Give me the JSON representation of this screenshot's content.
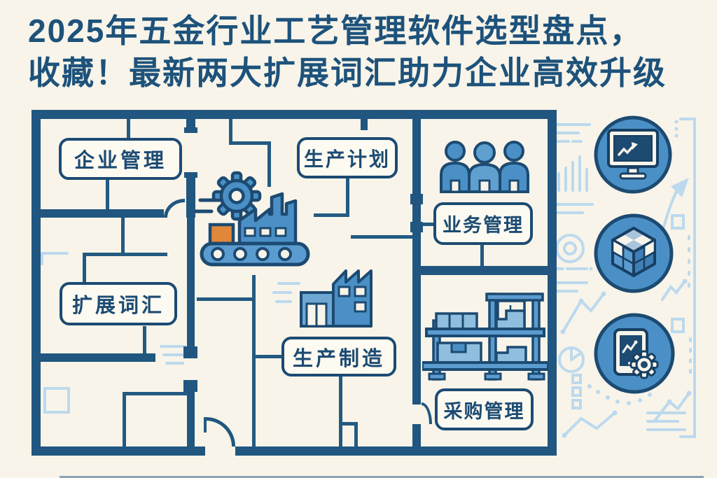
{
  "title": {
    "line1": "2025年五金行业工艺管理软件选型盘点，",
    "line2": "收藏！最新两大扩展词汇助力企业高效升级"
  },
  "floorplan": {
    "rooms": [
      {
        "id": "enterprise-management",
        "label": "企业管理"
      },
      {
        "id": "production-planning",
        "label": "生产计划"
      },
      {
        "id": "business-management",
        "label": "业务管理"
      },
      {
        "id": "expanded-vocabulary",
        "label": "扩展词汇"
      },
      {
        "id": "production-manufacturing",
        "label": "生产制造"
      },
      {
        "id": "procurement-management",
        "label": "采购管理"
      }
    ],
    "icons": [
      {
        "name": "gear-factory-conveyor"
      },
      {
        "name": "factory-building"
      },
      {
        "name": "team-people"
      },
      {
        "name": "warehouse-rack"
      }
    ]
  },
  "sidebar": {
    "icons": [
      {
        "name": "monitor-chart"
      },
      {
        "name": "cube-3d"
      },
      {
        "name": "tablet-gear"
      }
    ]
  },
  "colors": {
    "background": "#f8f4e9",
    "navy": "#1c4b73",
    "wall_blue": "#20567f",
    "icon_blue": "#4a90c6",
    "icon_blue_light": "#8fbede",
    "decor_blue": "#bcd9ee",
    "orange": "#e0873a",
    "title_blue": "#1d527b"
  }
}
